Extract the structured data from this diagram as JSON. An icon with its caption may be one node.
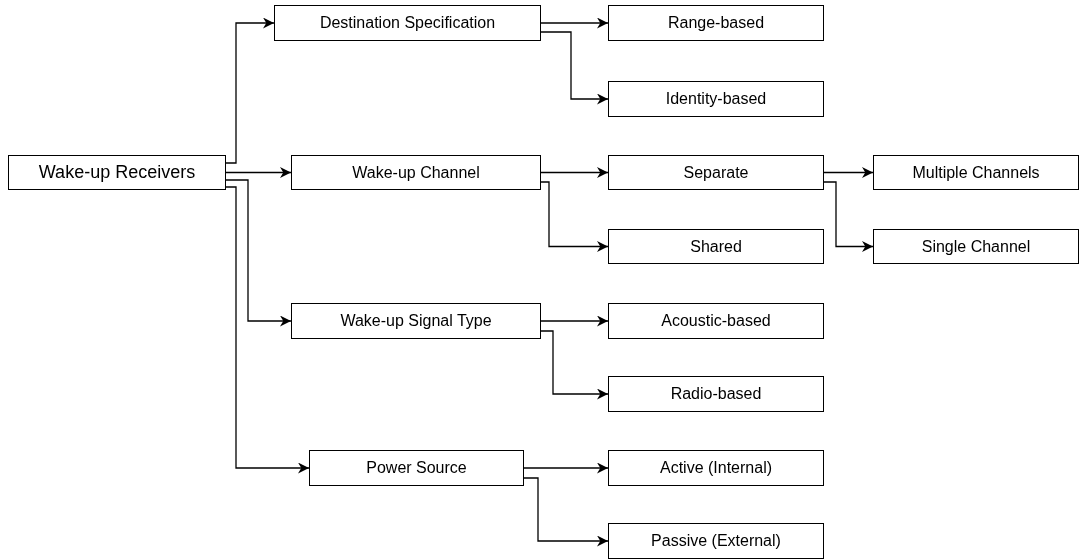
{
  "diagram": {
    "nodes": [
      {
        "text": [
          "Wake-up Receivers"
        ]
      },
      {
        "text": [
          "Destination Specification"
        ]
      },
      {
        "text": [
          "Range-based"
        ]
      },
      {
        "text": [
          "Identity-based"
        ]
      },
      {
        "text": [
          "Wake-up Channel"
        ]
      },
      {
        "text": [
          "Separate"
        ]
      },
      {
        "text": [
          "Multiple Channels"
        ]
      },
      {
        "text": [
          "Shared"
        ]
      },
      {
        "text": [
          "Single Channel"
        ]
      },
      {
        "text": [
          "Wake-up Signal Type"
        ]
      },
      {
        "text": [
          "Acoustic-based"
        ]
      },
      {
        "text": [
          "Radio-based"
        ]
      },
      {
        "text": [
          "Power Source"
        ]
      },
      {
        "text": [
          "Active (Internal)"
        ]
      },
      {
        "text": [
          "Passive (External)"
        ]
      }
    ],
    "edges": [
      {
        "from": 0,
        "to": 1,
        "arrow": "to"
      },
      {
        "from": 0,
        "to": 4,
        "arrow": "to"
      },
      {
        "from": 0,
        "to": 9,
        "arrow": "to"
      },
      {
        "from": 0,
        "to": 12,
        "arrow": "to"
      },
      {
        "from": 1,
        "to": 2,
        "arrow": "to"
      },
      {
        "from": 1,
        "to": 3,
        "arrow": "to"
      },
      {
        "from": 4,
        "to": 5,
        "arrow": "to"
      },
      {
        "from": 4,
        "to": 7,
        "arrow": "to"
      },
      {
        "from": 5,
        "to": 6,
        "arrow": "to"
      },
      {
        "from": 5,
        "to": 8,
        "arrow": "to"
      },
      {
        "from": 9,
        "to": 10,
        "arrow": "to"
      },
      {
        "from": 9,
        "to": 11,
        "arrow": "to"
      },
      {
        "from": 12,
        "to": 13,
        "arrow": "to"
      },
      {
        "from": 12,
        "to": 14,
        "arrow": "to"
      }
    ]
  }
}
